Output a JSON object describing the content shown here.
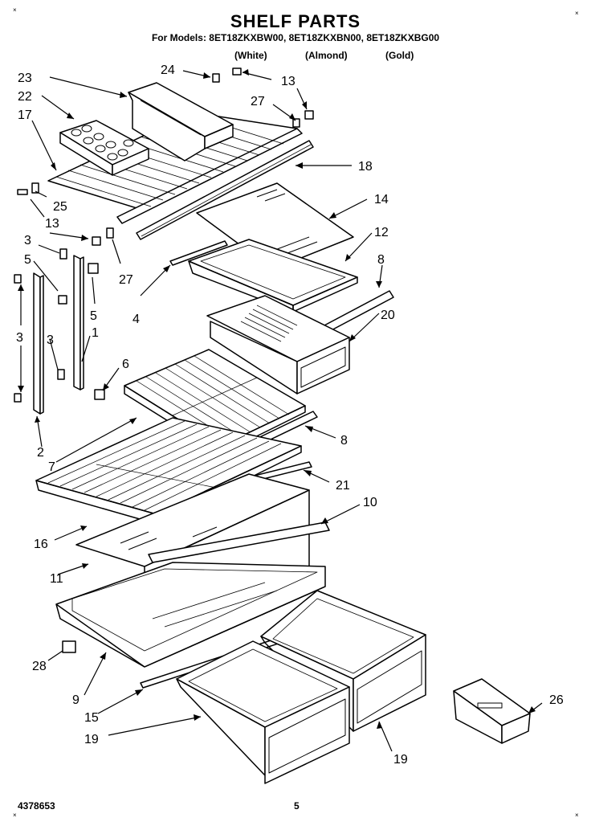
{
  "header": {
    "title": "SHELF PARTS",
    "models": "For Models: 8ET18ZKXBW00, 8ET18ZKXBN00, 8ET18ZKXBG00",
    "variants": [
      "(White)",
      "(Almond)",
      "(Gold)"
    ]
  },
  "corner_marks": [
    "×",
    "×",
    "×",
    "×"
  ],
  "callouts": [
    "24",
    "13",
    "23",
    "22",
    "27",
    "17",
    "18",
    "25",
    "13",
    "14",
    "3",
    "12",
    "5",
    "8",
    "27",
    "5",
    "4",
    "20",
    "3",
    "1",
    "3",
    "6",
    "2",
    "8",
    "7",
    "21",
    "10",
    "16",
    "11",
    "28",
    "9",
    "26",
    "15",
    "19",
    "19"
  ],
  "footer": {
    "part_number": "4378653",
    "page": "5"
  }
}
